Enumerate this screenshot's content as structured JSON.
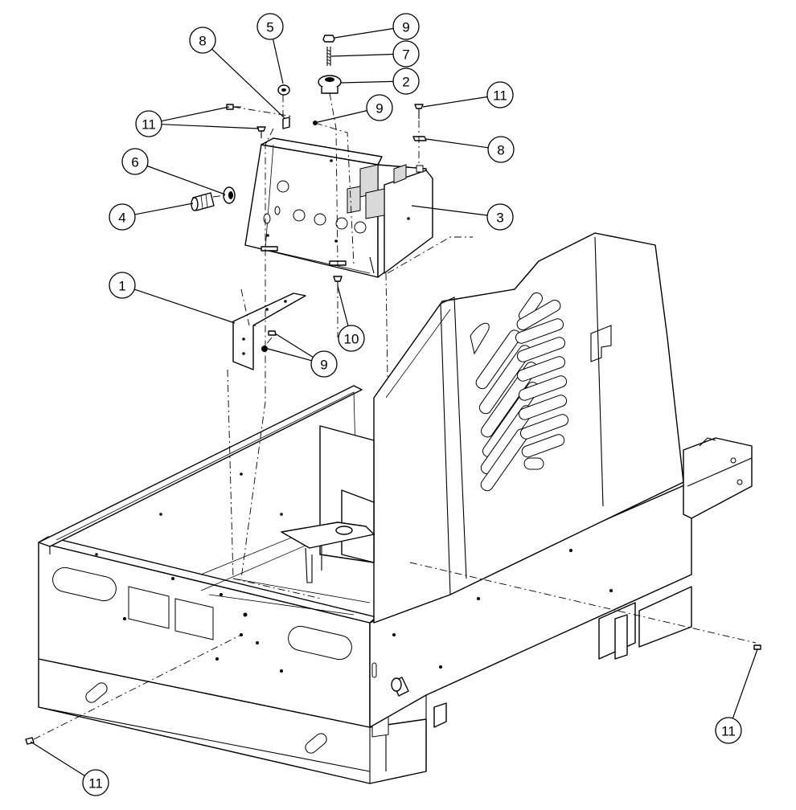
{
  "callouts": [
    {
      "label": "1"
    },
    {
      "label": "2"
    },
    {
      "label": "3"
    },
    {
      "label": "4"
    },
    {
      "label": "5"
    },
    {
      "label": "6"
    },
    {
      "label": "7"
    },
    {
      "label": "8"
    },
    {
      "label": "8"
    },
    {
      "label": "9"
    },
    {
      "label": "9"
    },
    {
      "label": "9"
    },
    {
      "label": "10"
    },
    {
      "label": "11"
    },
    {
      "label": "11"
    },
    {
      "label": "11"
    },
    {
      "label": "11"
    },
    {
      "label": "11"
    }
  ],
  "icons": {
    "frame": "base-frame-icon",
    "box": "electrical-box-icon",
    "bracket": "mounting-bracket-icon"
  }
}
